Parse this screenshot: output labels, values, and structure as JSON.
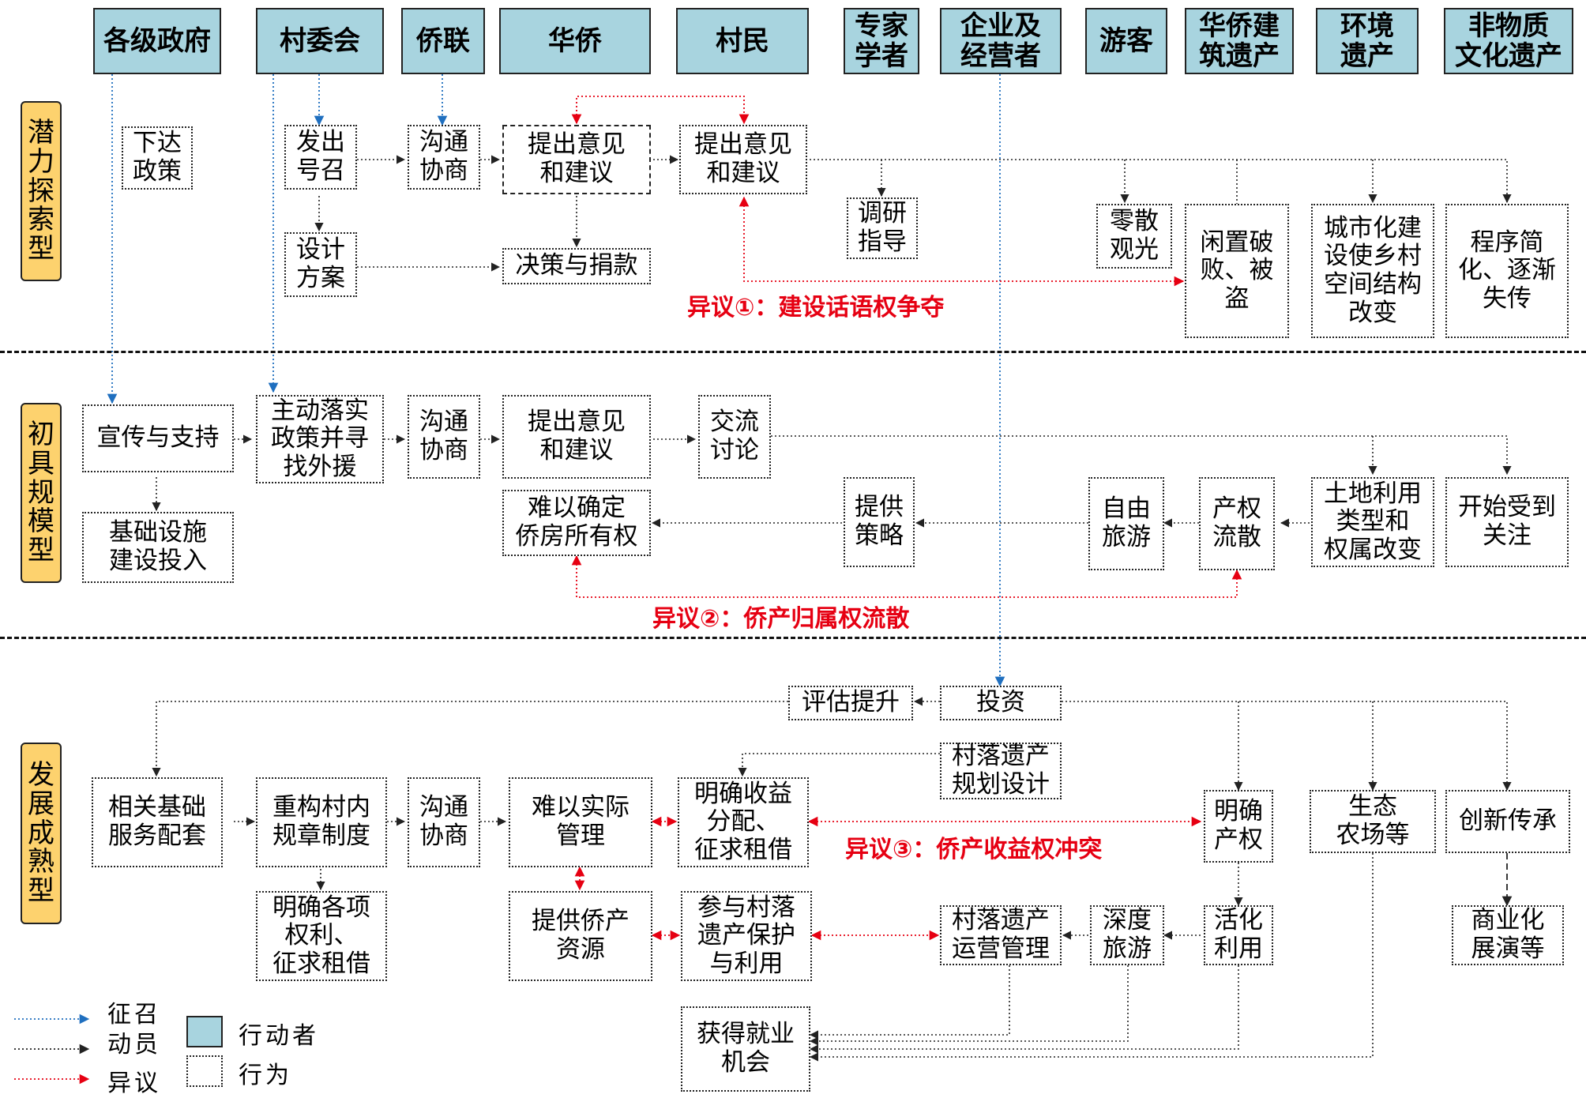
{
  "actors": [
    {
      "id": "gov",
      "label": "各级政府"
    },
    {
      "id": "vc",
      "label": "村委会"
    },
    {
      "id": "ql",
      "label": "侨联"
    },
    {
      "id": "hq",
      "label": "华侨"
    },
    {
      "id": "cm",
      "label": "村民"
    },
    {
      "id": "zj",
      "label": "专家\n学者"
    },
    {
      "id": "qy",
      "label": "企业及\n经营者"
    },
    {
      "id": "yk",
      "label": "游客"
    },
    {
      "id": "jz",
      "label": "华侨建\n筑遗产"
    },
    {
      "id": "hj",
      "label": "环境\n遗产"
    },
    {
      "id": "fw",
      "label": "非物质\n文化遗产"
    }
  ],
  "stages": [
    {
      "id": "s1",
      "label": "潜\n力\n探\n索\n型"
    },
    {
      "id": "s2",
      "label": "初\n具\n规\n模\n型"
    },
    {
      "id": "s3",
      "label": "发\n展\n成\n熟\n型"
    }
  ],
  "nodes": {
    "n_xdzc": "下达\n政策",
    "n_fchz": "发出\n号召",
    "n_gt1": "沟通\n协商",
    "n_tcyj1": "提出意见\n和建议",
    "n_tcyj2": "提出意见\n和建议",
    "n_sjfa": "设计\n方案",
    "n_jcjk": "决策与捐款",
    "n_dyzd": "调研\n指导",
    "n_lsgg": "零散\n观光",
    "n_xzpb": "闲置破\n败、被\n盗",
    "n_cshj": "城市化建\n设使乡村\n空间结构\n改变",
    "n_cxjh": "程序简\n化、逐渐\n失传",
    "n_xczc": "宣传与支持",
    "n_zdls": "主动落实\n政策并寻\n找外援",
    "n_gt2": "沟通\n协商",
    "n_tcyj3": "提出意见\n和建议",
    "n_jltl": "交流\n讨论",
    "n_jcss": "基础设施\n建设投入",
    "n_nyqd": "难以确定\n侨房所有权",
    "n_tgcl": "提供\n策略",
    "n_zyly": "自由\n旅游",
    "n_cqls": "产权\n流散",
    "n_tdly": "土地利用\n类型和\n权属改变",
    "n_ksgz": "开始受到\n关注",
    "n_pgts": "评估提升",
    "n_tz": "投资",
    "n_xgjc": "相关基础\n服务配套",
    "n_cgzd": "重构村内\n规章制度",
    "n_gt3": "沟通\n协商",
    "n_nysj": "难以实际\n管理",
    "n_mqsy": "明确收益\n分配、\n征求租借",
    "n_clgh": "村落遗产\n规划设计",
    "n_mqcq": "明确\n产权",
    "n_stnc": "生态\n农场等",
    "n_cxcc": "创新传承",
    "n_mqgx": "明确各项\n权利、\n征求租借",
    "n_tgqc": "提供侨产\n资源",
    "n_cybh": "参与村落\n遗产保护\n与利用",
    "n_clyy": "村落遗产\n运营管理",
    "n_sdly": "深度\n旅游",
    "n_hhly": "活化\n利用",
    "n_syhy": "商业化\n展演等",
    "n_hdjy": "获得就业\n机会"
  },
  "disputes": {
    "d1": "异议①：建设话语权争夺",
    "d2": "异议②：侨产归属权流散",
    "d3": "异议③：侨产收益权冲突"
  },
  "legend": {
    "mobilize": "征召\n动员",
    "dispute": "异议",
    "actor": "行动者",
    "action": "行为"
  },
  "colors": {
    "actor_fill": "#a8d4df",
    "stage_fill": "#fdd26e",
    "dispute_red": "#e60012",
    "mobilize_blue": "#1f6fbf",
    "flow_black": "#222222"
  }
}
